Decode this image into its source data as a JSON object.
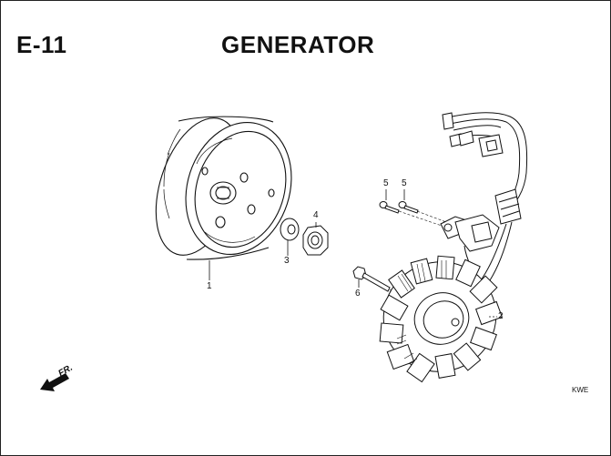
{
  "header": {
    "section_code": "E-11",
    "title": "GENERATOR"
  },
  "direction_label": "FR.",
  "reference_code": "KWE",
  "callouts": [
    "1",
    "2",
    "3",
    "4",
    "5",
    "5",
    "6"
  ],
  "parts": [
    {
      "ref": "1",
      "icon": "flywheel-icon"
    },
    {
      "ref": "2",
      "icon": "stator-coil-icon"
    },
    {
      "ref": "3",
      "icon": "washer-icon"
    },
    {
      "ref": "4",
      "icon": "nut-icon"
    },
    {
      "ref": "5",
      "icon": "bolt-icon"
    },
    {
      "ref": "6",
      "icon": "bolt-icon"
    }
  ]
}
